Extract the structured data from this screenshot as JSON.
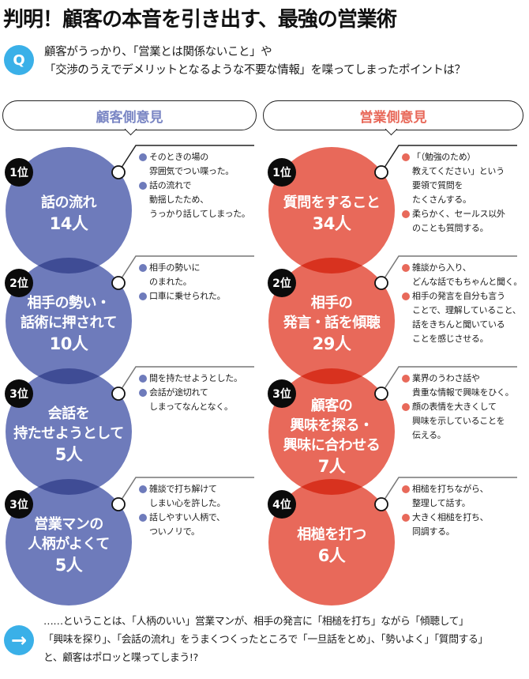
{
  "title": "判明！顧客の本音を引き出す、最強の営業術",
  "question": {
    "icon_label": "Q",
    "lines": [
      "顧客がうっかり、「営業とは関係ないこと」や",
      "「交渉のうえでデメリットとなるような不要な情報」を喋ってしまったポイントは？"
    ]
  },
  "colors": {
    "blue": "#6e7bbb",
    "blue_overlap": "#3f4c95",
    "red": "#e8695a",
    "red_overlap": "#d8321f",
    "icon": "#3ab0e8"
  },
  "columns": [
    {
      "header": "顧客側意見",
      "ranks": [
        {
          "rank": "1位",
          "label": [
            "話の流れ"
          ],
          "count": "14人",
          "bullets": [
            [
              "そのときの場の",
              "雰囲気でつい喋った。"
            ],
            [
              "話の流れで",
              "動揺したため、",
              "うっかり話してしまった。"
            ]
          ]
        },
        {
          "rank": "2位",
          "label": [
            "相手の勢い・",
            "話術に押されて"
          ],
          "count": "10人",
          "bullets": [
            [
              "相手の勢いに",
              "のまれた。"
            ],
            [
              "口車に乗せられた。"
            ]
          ]
        },
        {
          "rank": "3位",
          "label": [
            "会話を",
            "持たせようとして"
          ],
          "count": "5人",
          "bullets": [
            [
              "間を持たせようとした。"
            ],
            [
              "会話が途切れて",
              "しまってなんとなく。"
            ]
          ]
        },
        {
          "rank": "3位",
          "label": [
            "営業マンの",
            "人柄がよくて"
          ],
          "count": "5人",
          "bullets": [
            [
              "雑談で打ち解けて",
              "しまい心を許した。"
            ],
            [
              "話しやすい人柄で、",
              "ついノリで。"
            ]
          ]
        }
      ]
    },
    {
      "header": "営業側意見",
      "ranks": [
        {
          "rank": "1位",
          "label": [
            "質問をすること"
          ],
          "count": "34人",
          "bullets": [
            [
              "「（勉強のため）",
              "教えてください」という",
              "要領で質問を",
              "たくさんする。"
            ],
            [
              "柔らかく、セールス以外",
              "のことも質問する。"
            ]
          ]
        },
        {
          "rank": "2位",
          "label": [
            "相手の",
            "発言・話を傾聴"
          ],
          "count": "29人",
          "bullets": [
            [
              "雑談から入り、",
              "どんな話でもちゃんと聞く。"
            ],
            [
              "相手の発言を自分も言う",
              "ことで、理解していること、",
              "話をきちんと聞いている",
              "ことを感じさせる。"
            ]
          ]
        },
        {
          "rank": "3位",
          "label": [
            "顧客の",
            "興味を探る・",
            "興味に合わせる"
          ],
          "count": "7人",
          "bullets": [
            [
              "業界のうわさ話や",
              "貴重な情報で興味をひく。"
            ],
            [
              "顔の表情を大きくして",
              "興味を示していることを",
              "伝える。"
            ]
          ]
        },
        {
          "rank": "4位",
          "label": [
            "相槌を打つ"
          ],
          "count": "6人",
          "bullets": [
            [
              "相槌を打ちながら、",
              "整理して話す。"
            ],
            [
              "大きく相槌を打ち、",
              "同調する。"
            ]
          ]
        }
      ]
    }
  ],
  "conclusion": {
    "icon": "arrow-right-icon",
    "lines": [
      "……ということは、「人柄のいい」営業マンが、相手の発言に「相槌を打ち」ながら「傾聴して」",
      "「興味を探り」、「会話の流れ」をうまくつくったところで「一旦話をとめ」、「勢いよく」「質問する」",
      "と、顧客はポロッと喋ってしまう!?"
    ]
  }
}
